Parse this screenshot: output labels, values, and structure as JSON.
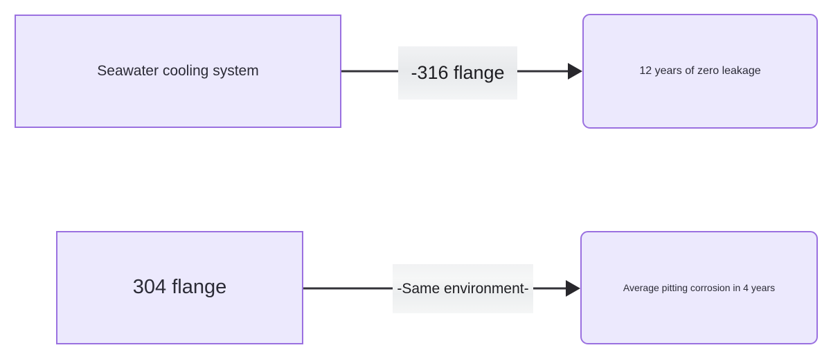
{
  "diagram": {
    "type": "flowchart",
    "direction": "left-to-right",
    "background_color": "#ffffff",
    "node_fill_color": "#ece9fd",
    "node_border_color": "#9a70e0",
    "node_text_color": "#2b2b36",
    "edge_color": "#333238",
    "edge_label_background": "#eceef0",
    "nodes": [
      {
        "id": "seawater-cooling-system",
        "label": "Seawater cooling system",
        "shape": "rectangle"
      },
      {
        "id": "zero-leakage",
        "label": "12 years of zero leakage",
        "shape": "rounded-rectangle"
      },
      {
        "id": "304-flange",
        "label": "304 flange",
        "shape": "rectangle"
      },
      {
        "id": "pitting-corrosion",
        "label": "Average pitting corrosion in 4 years",
        "shape": "rounded-rectangle"
      }
    ],
    "edges": [
      {
        "id": "edge-316-flange",
        "from": "seawater-cooling-system",
        "to": "zero-leakage",
        "label": "-316 flange",
        "arrowhead": "filled-triangle"
      },
      {
        "id": "edge-same-environment",
        "from": "304-flange",
        "to": "pitting-corrosion",
        "label": "-Same environment-",
        "arrowhead": "filled-triangle"
      }
    ]
  }
}
